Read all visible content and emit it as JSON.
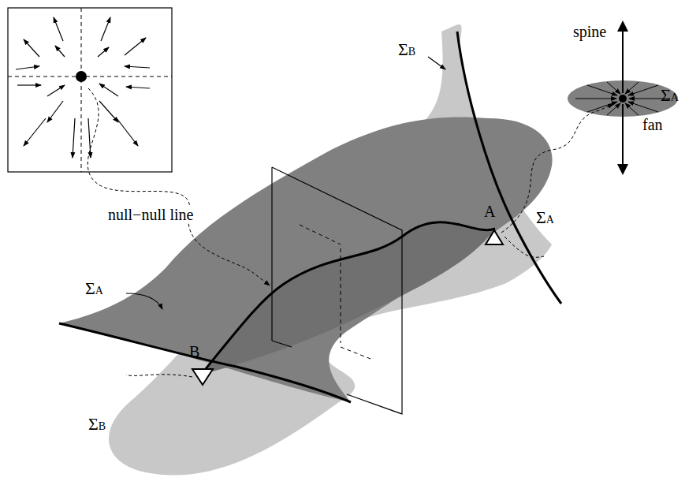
{
  "diagram": {
    "labels": [
      "spine",
      "fan",
      "ΣA",
      "ΣB",
      "ΣA",
      "A",
      "null−null line",
      "ΣA",
      "B",
      "ΣB"
    ]
  }
}
